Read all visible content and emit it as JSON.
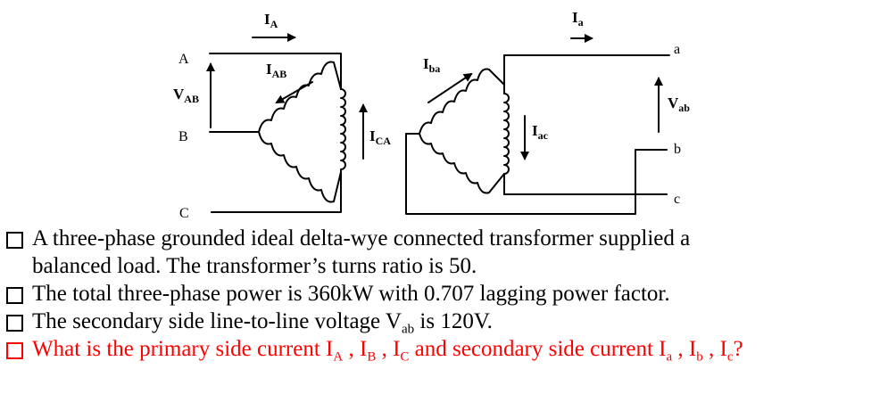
{
  "diagram": {
    "currents": {
      "IA": {
        "base": "I",
        "sub": "A"
      },
      "IAB": {
        "base": "I",
        "sub": "AB"
      },
      "ICA": {
        "base": "I",
        "sub": "CA"
      },
      "Ia": {
        "base": "I",
        "sub": "a"
      },
      "Iba": {
        "base": "I",
        "sub": "ba"
      },
      "Iac": {
        "base": "I",
        "sub": "ac"
      }
    },
    "voltages": {
      "VAB": {
        "base": "V",
        "sub": "AB"
      },
      "Vab": {
        "base": "V",
        "sub": "ab"
      }
    },
    "terminals": {
      "A": "A",
      "B": "B",
      "C": "C",
      "a": "a",
      "b": "b",
      "c": "c"
    }
  },
  "bullets": [
    {
      "line1": "A three-phase grounded ideal delta-wye connected transformer supplied a",
      "line2": "balanced load. The transformer’s turns ratio is 50."
    },
    {
      "text": "The total three-phase power is 360kW with 0.707 lagging power factor."
    },
    {
      "pre": "The secondary side line-to-line voltage V",
      "sub": "ab",
      "post": " is 120V."
    },
    {
      "q_pre": "What is the primary side current I",
      "sA": "A",
      "comma1": " , I",
      "sB": "B",
      "comma2": " , I",
      "sC": "C",
      "q_mid": " and secondary side current I",
      "sa": "a",
      "comma3": " , I",
      "sb": "b",
      "comma4": " , I",
      "sc": "c",
      "q_end": "?"
    }
  ],
  "colors": {
    "question": "#ff0000",
    "text": "#000000"
  }
}
